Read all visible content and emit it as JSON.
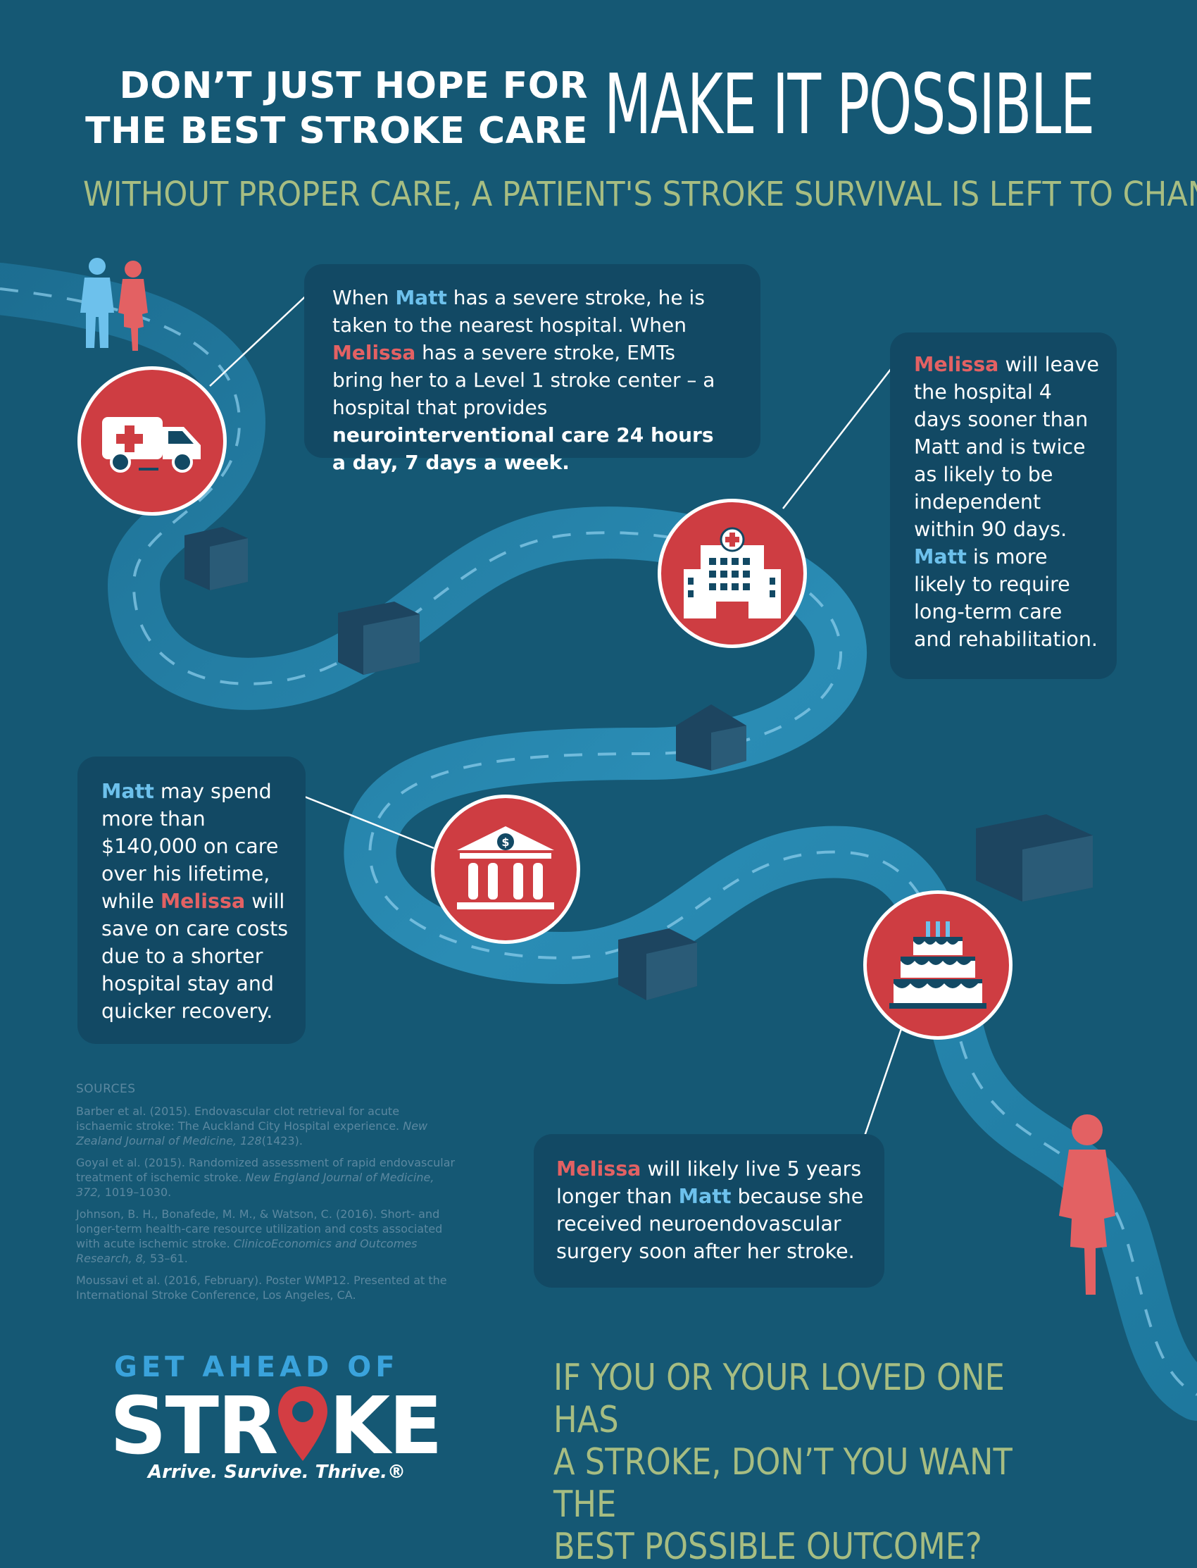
{
  "header": {
    "line1": "DON’T JUST HOPE FOR",
    "line2": "THE BEST STROKE CARE",
    "big": "MAKE IT POSSIBLE",
    "subtitle": "WITHOUT PROPER CARE, A PATIENT'S STROKE SURVIVAL IS LEFT TO CHANCE"
  },
  "names": {
    "matt": "Matt",
    "melissa": "Melissa"
  },
  "box1": {
    "t1": "When ",
    "t2": " has a severe stroke, he is taken to the nearest hospital. When ",
    "t3": " has a severe stroke, EMTs bring her to a Level 1 stroke center – a hospital that provides ",
    "bold": "neurointerventional care 24 hours a day, 7 days a week."
  },
  "box2": {
    "t1": " will leave the hospital 4 days sooner than Matt and is twice as likely to be independent within 90 days. ",
    "t2": " is more likely to require long-term care and rehabilitation."
  },
  "box3": {
    "t1": " may spend more than $140,000 on care over his lifetime, while ",
    "t2": " will save on care costs due to a shorter hospital stay and quicker recovery."
  },
  "box4": {
    "t1": " will likely live 5 years longer than ",
    "t2": " because she received neuroendovascular surgery soon after her stroke."
  },
  "icons": {
    "ambulance": "ambulance-icon",
    "hospital": "hospital-icon",
    "bank": "bank-icon",
    "cake": "birthday-cake-icon"
  },
  "sources": {
    "heading": "SOURCES",
    "items": [
      {
        "text": "Barber et al. (2015). Endovascular clot retrieval for acute ischaemic stroke: The Auckland City Hospital experience. ",
        "italic": "New Zealand Journal of Medicine, 128",
        "tail": "(1423)."
      },
      {
        "text": "Goyal et al. (2015). Randomized assessment of rapid endovascular treatment of ischemic stroke. ",
        "italic": "New England Journal of Medicine, 372,",
        "tail": " 1019–1030."
      },
      {
        "text": "Johnson, B. H., Bonafede, M. M., & Watson, C. (2016). Short- and longer-term health-care resource utilization and costs associated with acute ischemic stroke. ",
        "italic": "ClinicoEconomics and Outcomes Research, 8,",
        "tail": " 53–61."
      },
      {
        "text": "Moussavi et al. (2016, February). Poster WMP12. Presented at the International Stroke Conference, Los Angeles, CA.",
        "italic": "",
        "tail": ""
      }
    ]
  },
  "logo": {
    "top": "GET AHEAD OF",
    "main_a": "STR",
    "main_b": "KE",
    "tagline": "Arrive. Survive. Thrive.®"
  },
  "closing": {
    "line1": "IF YOU OR YOUR LOVED ONE HAS",
    "line2": "A STROKE, DON’T YOU WANT THE",
    "line3": "BEST POSSIBLE OUTCOME?"
  },
  "colors": {
    "background": "#155874",
    "box": "#124964",
    "accent_red": "#ce3d42",
    "matt_blue": "#6dc1ec",
    "melissa_red": "#e36163",
    "olive": "#a7bd82"
  }
}
